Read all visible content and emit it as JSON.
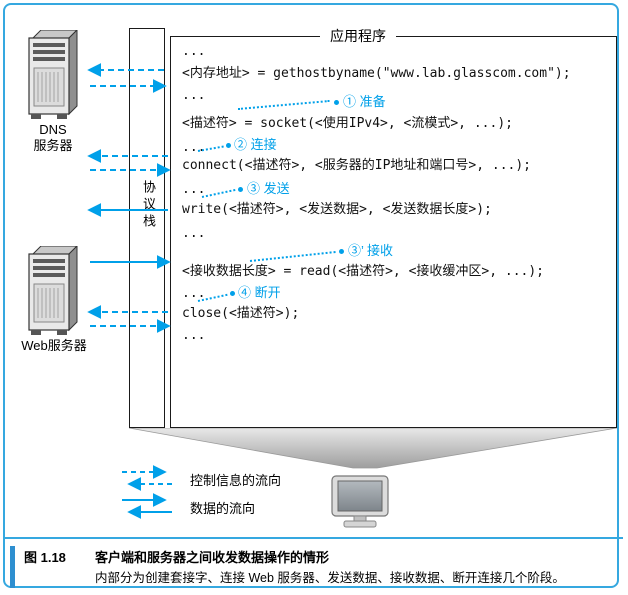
{
  "colors": {
    "frame_accent": "#35a8e0",
    "arrow_cyan": "#00a0e9",
    "annotation_cyan": "#00a0e9",
    "caption_bar": "#2e8fd0"
  },
  "app": {
    "title": "应用程序"
  },
  "stack": {
    "label": "协议栈"
  },
  "servers": {
    "dns_line1": "DNS",
    "dns_line2": "服务器",
    "web": "Web服务器"
  },
  "code": {
    "lines": [
      "...",
      "<内存地址> = gethostbyname(\"www.lab.glasscom.com\");",
      "...",
      "<描述符> = socket(<使用IPv4>, <流模式>, ...);",
      "...",
      "connect(<描述符>, <服务器的IP地址和端口号>, ...);",
      "...",
      "write(<描述符>, <发送数据>, <发送数据长度>);",
      "...",
      "<接收数据长度> = read(<描述符>, <接收缓冲区>, ...);",
      "...",
      "close(<描述符>);",
      "..."
    ]
  },
  "annotations": {
    "prepare": "① 准备",
    "connect": "② 连接",
    "send": "③ 发送",
    "receive": "③’ 接收",
    "close": "④ 断开"
  },
  "legend": {
    "control_label": "控制信息的流向",
    "data_label": "数据的流向"
  },
  "caption": {
    "fig": "图 1.18",
    "title": "客户端和服务器之间收发数据操作的情形",
    "desc": "内部分为创建套接字、连接 Web 服务器、发送数据、接收数据、断开连接几个阶段。"
  }
}
